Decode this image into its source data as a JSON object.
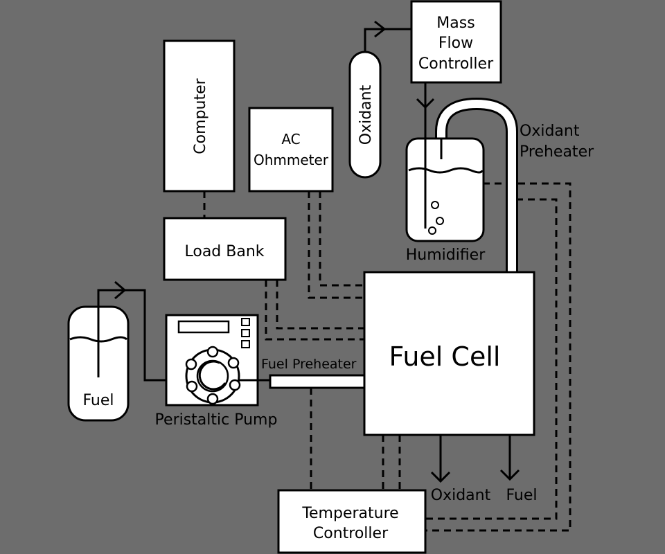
{
  "labels": {
    "mass_flow_controller": [
      "Mass",
      "Flow",
      "Controller"
    ],
    "computer": "Computer",
    "oxidant_tank": "Oxidant",
    "ac_ohmmeter": [
      "AC",
      "Ohmmeter"
    ],
    "oxidant_preheater": [
      "Oxidant",
      "Preheater"
    ],
    "humidifier": "Humidifier",
    "load_bank": "Load Bank",
    "fuel_cell": "Fuel Cell",
    "fuel_tank": "Fuel",
    "peristaltic_pump": "Peristaltic Pump",
    "fuel_preheater": "Fuel Preheater",
    "oxidant_out": "Oxidant",
    "fuel_out": "Fuel",
    "temperature_controller": [
      "Temperature",
      "Controller"
    ]
  },
  "colors": {
    "background": "#6d6d6d",
    "component_fill": "#ffffff",
    "stroke": "#000000"
  }
}
